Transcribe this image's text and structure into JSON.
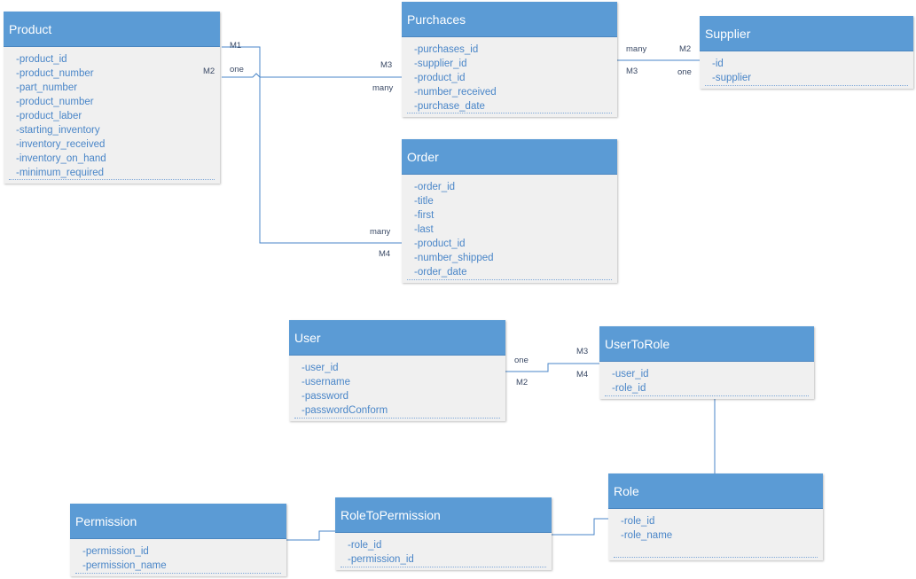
{
  "colors": {
    "header": "#5b9bd5",
    "attribute_text": "#4a86c8",
    "body": "#f0f0f0",
    "connector": "#4a86c8"
  },
  "entities": {
    "product": {
      "title": "Product",
      "attributes": [
        "product_id",
        "product_number",
        "part_number",
        "product_number",
        "product_laber",
        "starting_inventory",
        "inventory_received",
        "inventory_on_hand",
        "minimum_required"
      ]
    },
    "purchaces": {
      "title": "Purchaces",
      "attributes": [
        "purchases_id",
        "supplier_id",
        "product_id",
        "number_received",
        "purchase_date"
      ]
    },
    "supplier": {
      "title": "Supplier",
      "attributes": [
        "id",
        "supplier"
      ]
    },
    "order": {
      "title": "Order",
      "attributes": [
        "order_id",
        "title",
        "first",
        "last",
        "product_id",
        "number_shipped",
        "order_date"
      ]
    },
    "user": {
      "title": "User",
      "attributes": [
        "user_id",
        "username",
        "password",
        "passwordConform"
      ]
    },
    "user_to_role": {
      "title": "UserToRole",
      "attributes": [
        "user_id",
        "role_id"
      ]
    },
    "role": {
      "title": "Role",
      "attributes": [
        "role_id",
        "role_name"
      ]
    },
    "role_to_permission": {
      "title": "RoleToPermission",
      "attributes": [
        "role_id",
        "permission_id"
      ]
    },
    "permission": {
      "title": "Permission",
      "attributes": [
        "permission_id",
        "permission_name"
      ]
    }
  },
  "edge_labels": {
    "product_m1": "M1",
    "product_m2": "M2",
    "product_one": "one",
    "purchaces_m3": "M3",
    "purchaces_many": "many",
    "supplier_many": "many",
    "supplier_m2": "M2",
    "supplier_m3": "M3",
    "supplier_one": "one",
    "order_many": "many",
    "order_m4": "M4",
    "user_one": "one",
    "user_m2": "M2",
    "usertorole_m3": "M3",
    "usertorole_m4": "M4"
  }
}
